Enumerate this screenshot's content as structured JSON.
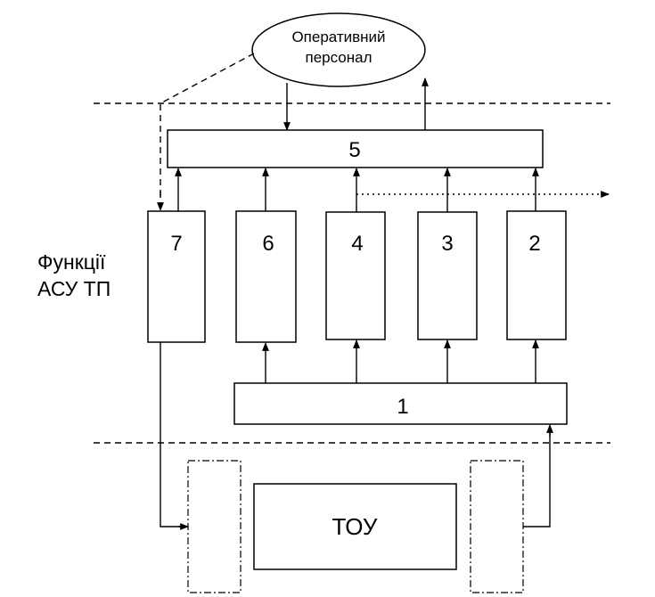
{
  "operator": {
    "line1": "Оперативний",
    "line2": "персонал"
  },
  "side_label": {
    "line1": "Функції",
    "line2": "АСУ ТП"
  },
  "blocks": {
    "b5": "5",
    "b7": "7",
    "b6": "6",
    "b4": "4",
    "b3": "3",
    "b2": "2",
    "b1": "1"
  },
  "plant": {
    "label": "ТОУ"
  }
}
